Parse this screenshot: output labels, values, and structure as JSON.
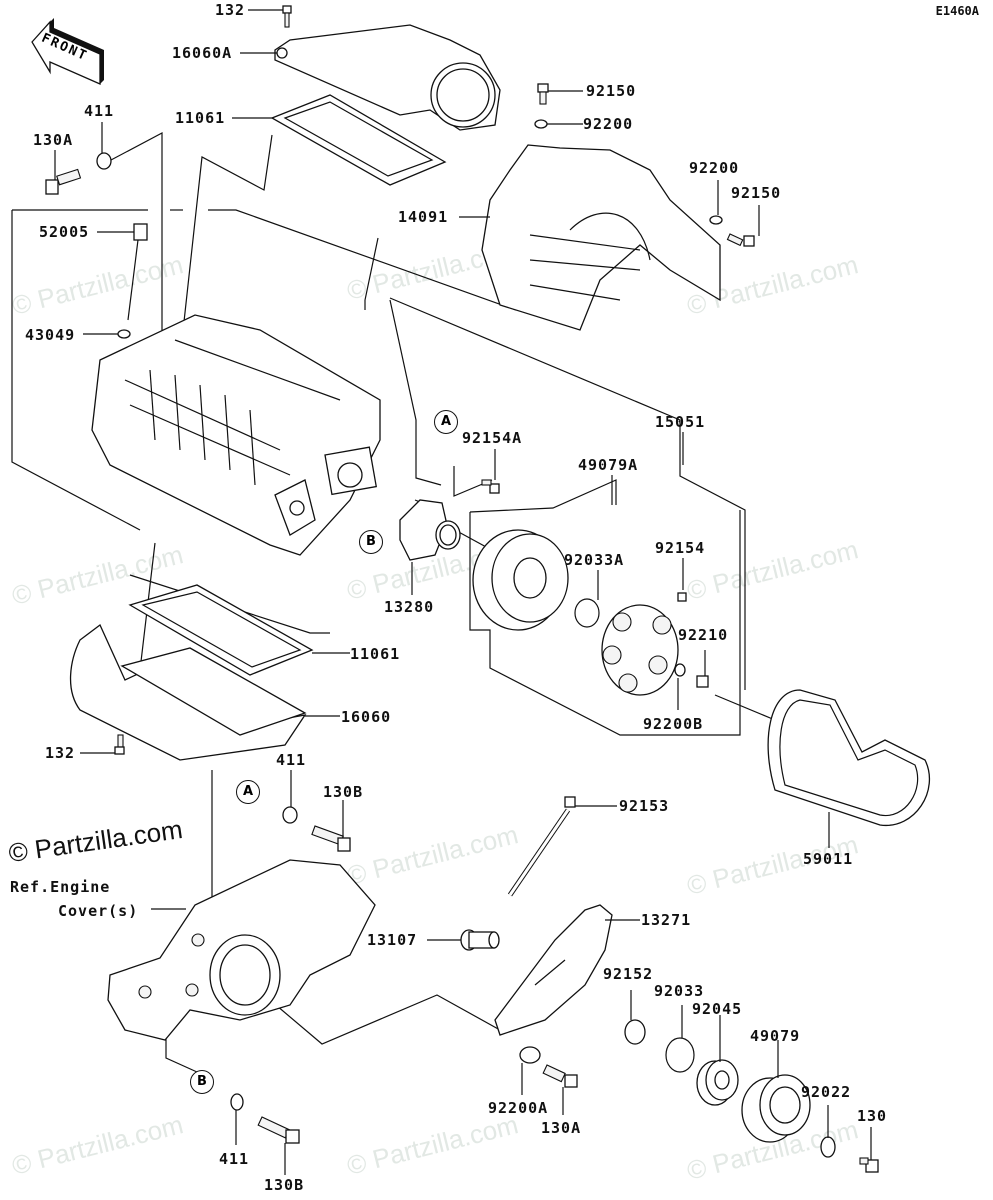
{
  "diagram": {
    "code": "E1460A",
    "front_label": "FRONT",
    "watermark": "© Partzilla.com",
    "reference_note": {
      "line1": "Ref.Engine",
      "line2": "Cover(s)"
    },
    "callouts": {
      "a": "A",
      "b": "B"
    },
    "parts": {
      "p132_top": "132",
      "p16060A": "16060A",
      "p11061_top": "11061",
      "p411_top": "411",
      "p130A_top": "130A",
      "p52005": "52005",
      "p43049": "43049",
      "p92150_top": "92150",
      "p92200_top": "92200",
      "p92200_right": "92200",
      "p92150_right": "92150",
      "p14091": "14091",
      "p92154A": "92154A",
      "p15051": "15051",
      "p49079A": "49079A",
      "p92033A": "92033A",
      "p92154": "92154",
      "p13280": "13280",
      "p92210": "92210",
      "p92200B": "92200B",
      "p11061_bottom": "11061",
      "p16060": "16060",
      "p132_bottom": "132",
      "p411_mid": "411",
      "p130B_mid": "130B",
      "p92153": "92153",
      "p59011": "59011",
      "p13107": "13107",
      "p13271": "13271",
      "p92152": "92152",
      "p92033": "92033",
      "p92045": "92045",
      "p49079": "49079",
      "p92022": "92022",
      "p130": "130",
      "p92200A": "92200A",
      "p130A_bottom": "130A",
      "p411_bottom": "411",
      "p130B_bottom": "130B"
    }
  }
}
